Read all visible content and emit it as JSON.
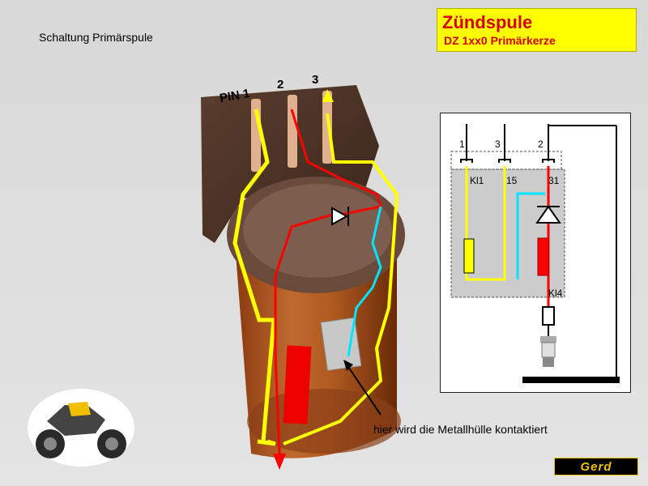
{
  "photo": {
    "caption": "Schaltung Primärspule",
    "pin_labels": [
      "PIN 1",
      "2",
      "3"
    ]
  },
  "title": {
    "main": "Zündspule",
    "subtitle": "DZ 1xx0 Primärkerze"
  },
  "schematic": {
    "top_terminals": [
      "1",
      "3",
      "2"
    ],
    "inner_terminals": [
      "Kl1",
      "15",
      "31"
    ],
    "bottom_label": "Kl4"
  },
  "annotation": "hier wird die Metallhülle kontaktiert",
  "logo": "Gerd",
  "colors": {
    "title_bg": "#ffff00",
    "title_text": "#d40000",
    "wire_red": "#ff0000",
    "wire_yellow": "#ffff00",
    "wire_cyan": "#00e5ff"
  }
}
